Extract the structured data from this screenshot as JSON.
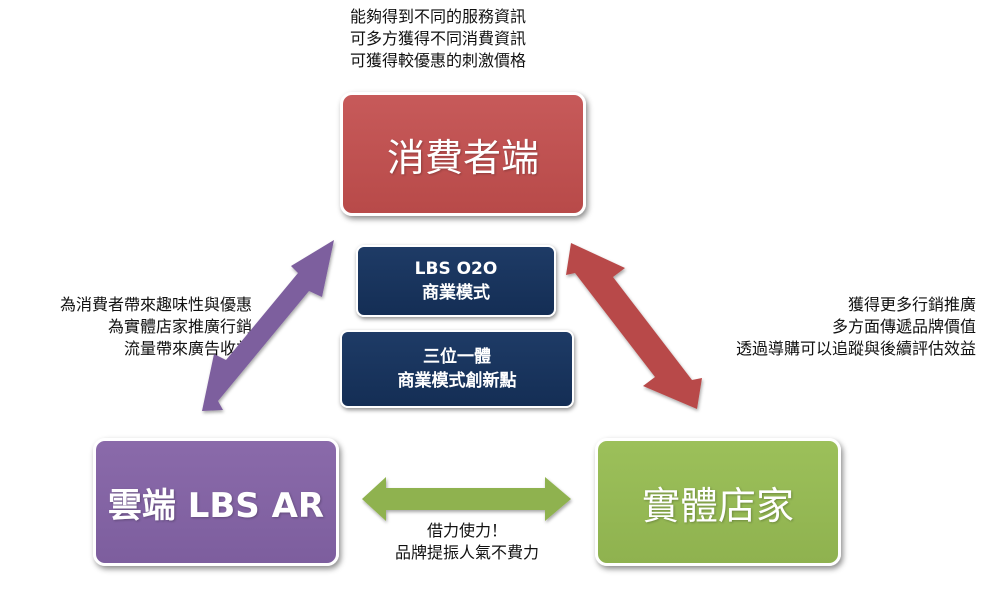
{
  "consumer": {
    "title": "消費者端",
    "notes": [
      "能夠得到不同的服務資訊",
      "可多方獲得不同消費資訊",
      "可獲得較優惠的刺激價格"
    ]
  },
  "cloud": {
    "title": "雲端 LBS AR",
    "notes": [
      "為消費者帶來趣味性與優惠",
      "為實體店家推廣行銷",
      "流量帶來廣告收益"
    ]
  },
  "store": {
    "title": "實體店家",
    "notes": [
      "獲得更多行銷推廣",
      "多方面傳遞品牌價值",
      "透過導購可以追蹤與後續評估效益"
    ]
  },
  "center": {
    "box1": [
      "LBS O2O",
      "商業模式"
    ],
    "box2": [
      "三位一體",
      "商業模式創新點"
    ]
  },
  "bottom_note": [
    "借力使力！",
    "品牌提振人氣不費力"
  ],
  "colors": {
    "consumer": "#b84a49",
    "cloud": "#7d5e9e",
    "store": "#8fb24f",
    "center": "#17325c",
    "arrow_left": "#7d5e9e",
    "arrow_right": "#b84a49",
    "arrow_bottom": "#8fb24f"
  }
}
